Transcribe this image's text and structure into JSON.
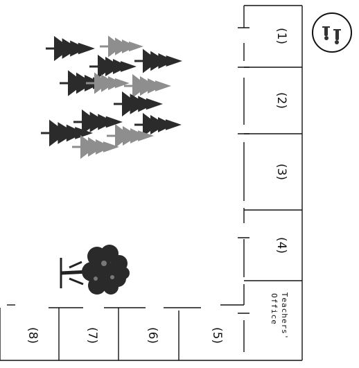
{
  "rooms_main": [
    {
      "label": "(1)"
    },
    {
      "label": "(2)"
    },
    {
      "label": "(3)"
    },
    {
      "label": "(4)"
    }
  ],
  "office": {
    "line1": "Teachers'",
    "line2": "Office"
  },
  "rooms_lower": [
    {
      "label": "(5)"
    },
    {
      "label": "(6)"
    },
    {
      "label": "(7)"
    },
    {
      "label": "(8)"
    }
  ],
  "icons": {
    "north_arrow": "north-arrow-icon",
    "forest": "pine-forest-icon",
    "tree": "deciduous-tree-icon"
  },
  "colors": {
    "ink": "#111111",
    "tree_dark": "#2b2b2b",
    "tree_light": "#8e8e8e"
  }
}
